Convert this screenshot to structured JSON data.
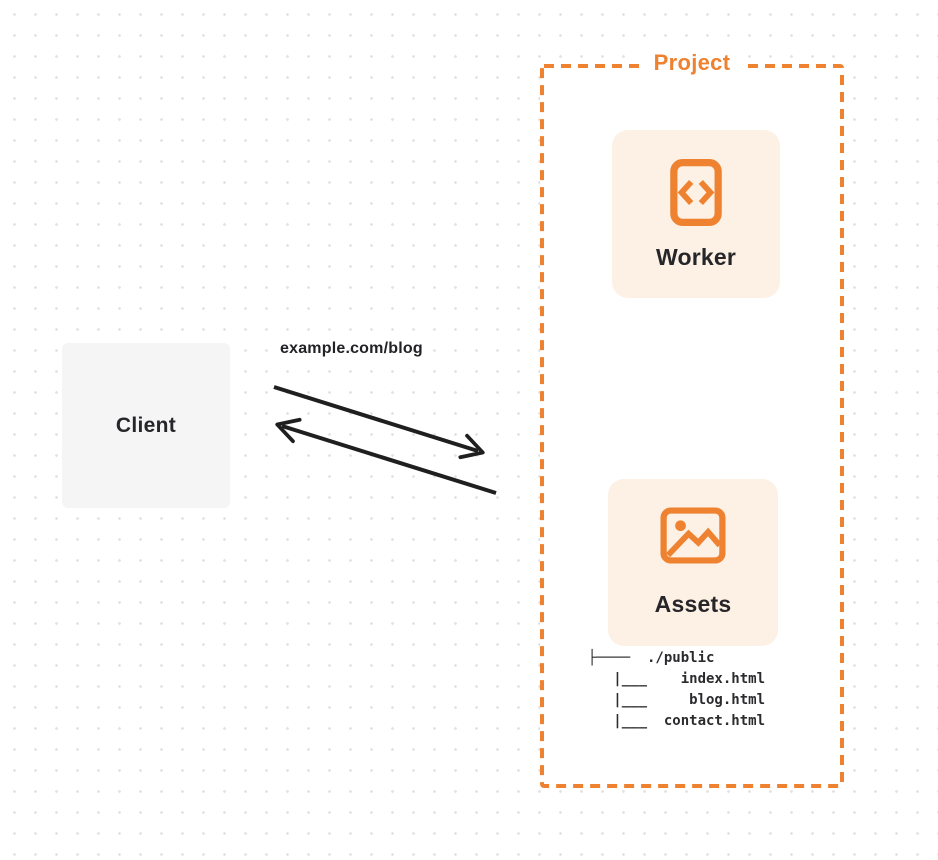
{
  "colors": {
    "accent_orange": "#EE8230",
    "card_background": "#FCF1E4",
    "client_background": "#F5F5F6",
    "text_dark": "#26262A",
    "arrow": "#1F1F1F",
    "dot_grid": "#E3E3E3"
  },
  "client": {
    "label": "Client"
  },
  "request": {
    "url_label": "example.com/blog"
  },
  "project": {
    "title": "Project",
    "worker": {
      "label": "Worker",
      "icon": "code-icon"
    },
    "assets": {
      "label": "Assets",
      "icon": "image-icon"
    },
    "file_tree": [
      "├────  ./public",
      "   |___    index.html",
      "   |___     blog.html",
      "   |___  contact.html"
    ]
  }
}
